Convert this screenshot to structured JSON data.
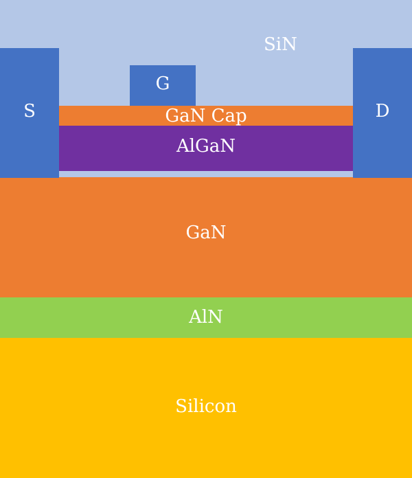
{
  "layers": {
    "sin": {
      "label": "SiN",
      "color": "#B4C7E7"
    },
    "gan_cap": {
      "label": "GaN Cap",
      "color": "#ED7D31"
    },
    "algan": {
      "label": "AlGaN",
      "color": "#7030A0"
    },
    "gan": {
      "label": "GaN",
      "color": "#ED7D31"
    },
    "aln": {
      "label": "AlN",
      "color": "#92D050"
    },
    "silicon": {
      "label": "Silicon",
      "color": "#FFC000"
    }
  },
  "contacts": {
    "source": {
      "label": "S",
      "color": "#4472C4"
    },
    "gate": {
      "label": "G",
      "color": "#4472C4"
    },
    "drain": {
      "label": "D",
      "color": "#4472C4"
    }
  },
  "colors": {
    "text": "#FFFFFF"
  }
}
